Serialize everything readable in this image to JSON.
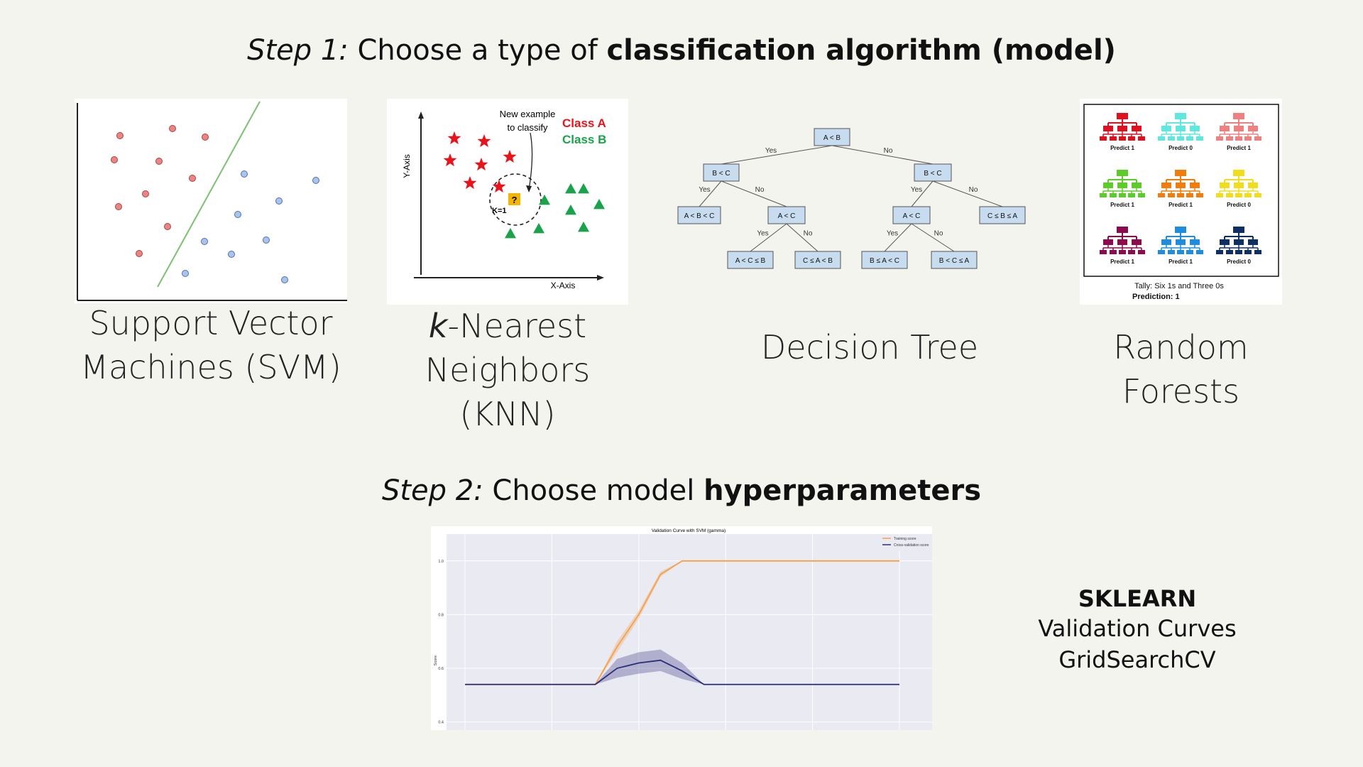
{
  "step1": {
    "prefix": "Step 1:",
    "text": "Choose a type of",
    "bold": "classification algorithm (model)"
  },
  "step2": {
    "prefix": "Step 2:",
    "text": "Choose model",
    "bold": "hyperparameters"
  },
  "models": {
    "svm": {
      "line1": "Support Vector",
      "line2": "Machines (SVM)"
    },
    "knn": {
      "k": "k",
      "line1_rest": "-Nearest",
      "line2": "Neighbors (KNN)",
      "new_example": "New example",
      "to_classify": "to classify",
      "class_a": "Class A",
      "class_b": "Class B",
      "k1": "K=1",
      "y_axis": "Y-Axis",
      "x_axis": "X-Axis",
      "question": "?",
      "color_a": "#e8141c",
      "color_b": "#1aa34a"
    },
    "tree": {
      "caption": "Decision Tree",
      "nodes": [
        "A < B",
        "B < C",
        "B < C",
        "A < B < C",
        "A < C",
        "A < C",
        "C ≤ B ≤ A",
        "A < C ≤ B",
        "C ≤ A < B",
        "B ≤ A < C",
        "B < C ≤ A"
      ],
      "yes": "Yes",
      "no": "No"
    },
    "forest": {
      "line1": "Random",
      "line2": "Forests",
      "preds": [
        "Predict 1",
        "Predict 0",
        "Predict 1",
        "Predict 1",
        "Predict 1",
        "Predict 0",
        "Predict 1",
        "Predict 1",
        "Predict 0"
      ],
      "colors": [
        "#e0101e",
        "#5fe8e0",
        "#f08080",
        "#5ccd28",
        "#f07d0c",
        "#f2dd1c",
        "#8e0a4e",
        "#1e8de0",
        "#0e2e66"
      ],
      "tally": "Tally: Six 1s and Three 0s",
      "prediction": "Prediction: 1"
    }
  },
  "chart_data": {
    "type": "line",
    "title": "Validation Curve with SVM (gamma)",
    "ylabel": "Score",
    "ylim": [
      0.37,
      1.1
    ],
    "yticks": [
      0.4,
      0.6,
      0.8,
      1.0
    ],
    "ytick_labels": [
      "0.4",
      "0.6",
      "0.8",
      "1.0"
    ],
    "x": [
      0,
      1,
      2,
      3,
      4,
      5,
      6,
      7,
      8,
      9,
      10,
      11,
      12,
      13,
      14,
      15,
      16,
      17,
      18,
      19,
      20
    ],
    "series": [
      {
        "name": "Training score",
        "color": "#f5a04a",
        "values": [
          0.54,
          0.54,
          0.54,
          0.54,
          0.54,
          0.54,
          0.54,
          0.68,
          0.8,
          0.95,
          1.0,
          1.0,
          1.0,
          1.0,
          1.0,
          1.0,
          1.0,
          1.0,
          1.0,
          1.0,
          1.0
        ],
        "band": [
          0,
          0,
          0,
          0,
          0,
          0,
          0,
          0.02,
          0.015,
          0.01,
          0,
          0,
          0,
          0,
          0,
          0,
          0,
          0,
          0,
          0,
          0
        ]
      },
      {
        "name": "Cross-validation score",
        "color": "#2c2c7a",
        "values": [
          0.54,
          0.54,
          0.54,
          0.54,
          0.54,
          0.54,
          0.54,
          0.6,
          0.62,
          0.63,
          0.59,
          0.54,
          0.54,
          0.54,
          0.54,
          0.54,
          0.54,
          0.54,
          0.54,
          0.54,
          0.54
        ],
        "band": [
          0,
          0,
          0,
          0,
          0,
          0,
          0,
          0.035,
          0.04,
          0.04,
          0.03,
          0,
          0,
          0,
          0,
          0,
          0,
          0,
          0,
          0,
          0
        ]
      }
    ],
    "legend": "top-right",
    "grid": true
  },
  "sklearn": {
    "title": "SKLEARN",
    "item1": "Validation Curves",
    "item2": "GridSearchCV"
  }
}
